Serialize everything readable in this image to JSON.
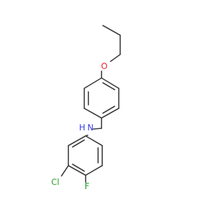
{
  "molecule": {
    "atoms": {
      "o": {
        "text": "O",
        "color": "#e8262b"
      },
      "n": {
        "text": "N",
        "color": "#3c3cf0"
      },
      "h": {
        "text": "H",
        "color": "#3c3cf0"
      },
      "cl": {
        "text": "Cl",
        "color": "#2ea02e"
      },
      "f": {
        "text": "F",
        "color": "#1a9a1a"
      }
    },
    "bond_color": "#3a3a3a"
  }
}
